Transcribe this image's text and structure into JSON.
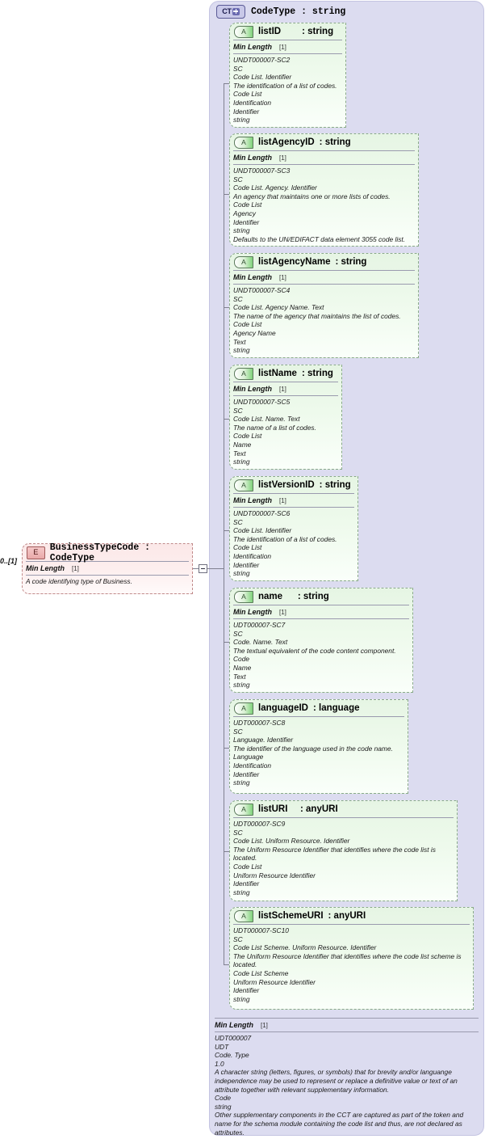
{
  "diagram": {
    "kind": "xsd-component-diagram",
    "colors": {
      "complex_type_panel": "#dcdcf0",
      "attribute_box": "#e9f7e6",
      "element_box": "#fbe8e8",
      "connector": "#808090"
    }
  },
  "element": {
    "icon": "element-badge-E",
    "badge_label": "E",
    "title": "BusinessTypeCode : CodeType",
    "cardinality": "0..[1]",
    "facet": {
      "label": "Min Length",
      "value": "[1]"
    },
    "annotation": "A code identifying type of Business."
  },
  "complex_type": {
    "icon": "complextype-badge-CT-plus",
    "badge_label": "CT",
    "badge_plus": "+",
    "title": "CodeType : string",
    "facet": {
      "label": "Min Length",
      "value": "[1]"
    },
    "annotation_lines": [
      "UDT000007",
      "UDT",
      "Code. Type",
      "1.0",
      "A character string (letters, figures, or symbols) that for brevity and/or languange independence may be used to represent or replace a definitive value or text of an attribute together with relevant supplementary information.",
      "Code",
      "string",
      "Other supplementary components in the CCT are captured as part of the token and name for the schema module containing the code list and thus, are not declared as attributes."
    ]
  },
  "attributes": [
    {
      "badge_label": "A",
      "name": "listID",
      "type": ": string",
      "facet": {
        "label": "Min Length",
        "value": "[1]"
      },
      "lines": [
        "UNDT000007-SC2",
        "SC",
        "Code List. Identifier",
        "The identification of a list of codes.",
        "Code List",
        "Identification",
        "Identifier",
        "string"
      ]
    },
    {
      "badge_label": "A",
      "name": "listAgencyID",
      "type": ": string",
      "facet": {
        "label": "Min Length",
        "value": "[1]"
      },
      "lines": [
        "UNDT000007-SC3",
        "SC",
        "Code List. Agency. Identifier",
        "An agency that maintains one or more lists of codes.",
        "Code List",
        "Agency",
        "Identifier",
        "string",
        "Defaults to the UN/EDIFACT data element 3055 code list."
      ]
    },
    {
      "badge_label": "A",
      "name": "listAgencyName",
      "type": ": string",
      "facet": {
        "label": "Min Length",
        "value": "[1]"
      },
      "lines": [
        "UNDT000007-SC4",
        "SC",
        "Code List. Agency Name. Text",
        "The name of the agency that maintains the list of codes.",
        "Code List",
        "Agency Name",
        "Text",
        "string"
      ]
    },
    {
      "badge_label": "A",
      "name": "listName",
      "type": ": string",
      "facet": {
        "label": "Min Length",
        "value": "[1]"
      },
      "lines": [
        "UNDT000007-SC5",
        "SC",
        "Code List. Name. Text",
        "The name of a list of codes.",
        "Code List",
        "Name",
        "Text",
        "string"
      ]
    },
    {
      "badge_label": "A",
      "name": "listVersionID",
      "type": ": string",
      "facet": {
        "label": "Min Length",
        "value": "[1]"
      },
      "lines": [
        "UNDT000007-SC6",
        "SC",
        "Code List. Identifier",
        "The identification of a list of codes.",
        "Code List",
        "Identification",
        "Identifier",
        "string"
      ]
    },
    {
      "badge_label": "A",
      "name": "name    ",
      "type": ": string",
      "facet": {
        "label": "Min Length",
        "value": "[1]"
      },
      "lines": [
        "UDT000007-SC7",
        "SC",
        "Code. Name. Text",
        "The textual equivalent of the code content component.",
        "Code",
        "Name",
        "Text",
        "string"
      ]
    },
    {
      "badge_label": "A",
      "name": "languageID",
      "type": ": language",
      "facet": null,
      "lines": [
        "UDT000007-SC8",
        "SC",
        "Language. Identifier",
        "The identifier of the language used in the code name.",
        "Language",
        "Identification",
        "Identifier",
        "string"
      ]
    },
    {
      "badge_label": "A",
      "name": "listURI   ",
      "type": ": anyURI",
      "facet": null,
      "lines": [
        "UDT000007-SC9",
        "SC",
        "Code List. Uniform Resource. Identifier",
        "The Uniform Resource Identifier that identifies where the code list is located.",
        "Code List",
        "Uniform Resource Identifier",
        "Identifier",
        "string"
      ]
    },
    {
      "badge_label": "A",
      "name": "listSchemeURI",
      "type": ": anyURI",
      "facet": null,
      "lines": [
        "UDT000007-SC10",
        "SC",
        "Code List Scheme. Uniform Resource. Identifier",
        "The Uniform Resource Identifier that identifies where the code list scheme is located.",
        "Code List Scheme",
        "Uniform Resource Identifier",
        "Identifier",
        "string"
      ]
    }
  ]
}
